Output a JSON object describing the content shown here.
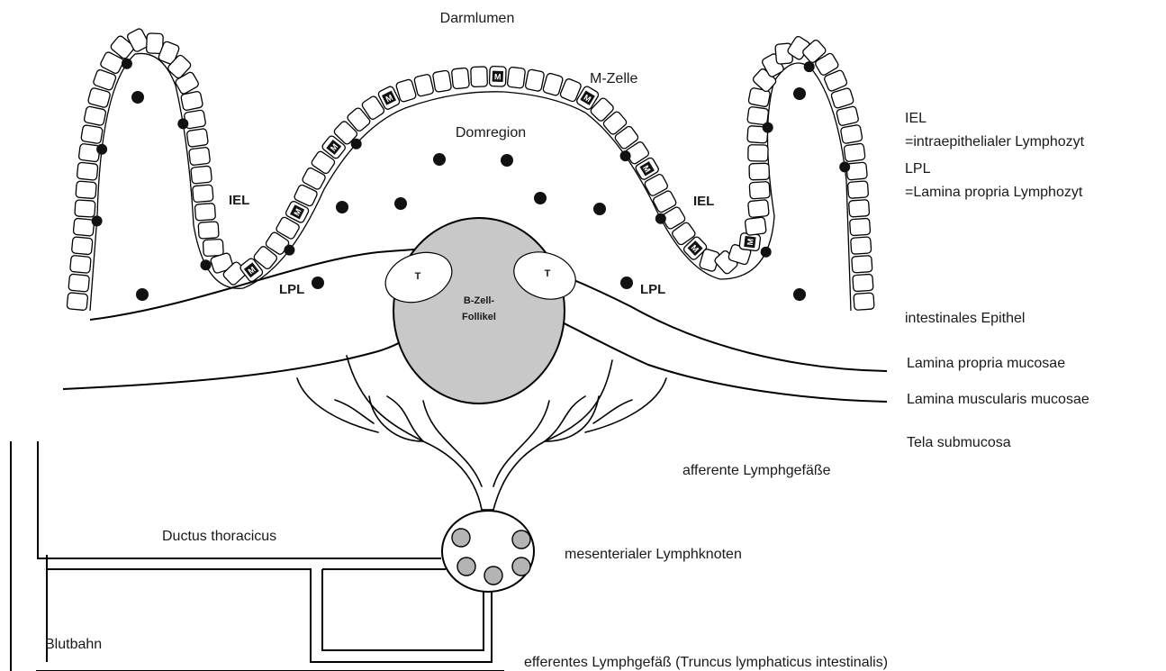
{
  "labels": {
    "darmlumen": "Darmlumen",
    "m_zelle": "M-Zelle",
    "domregion": "Domregion",
    "iel_left": "IEL",
    "iel_right": "IEL",
    "lpl_left": "LPL",
    "lpl_right": "LPL",
    "t_left": "T",
    "t_right": "T",
    "b_zell_line1": "B-Zell-",
    "b_zell_line2": "Follikel",
    "m_cell_marker": "M",
    "ductus": "Ductus thoracicus",
    "blutbahn": "Blutbahn",
    "mesenterialer": "mesenterialer Lymphknoten",
    "afferente": "afferente Lymphgefäße",
    "efferentes": "efferentes Lymphgefäß (Truncus lymphaticus intestinalis)"
  },
  "legend": {
    "iel_abbr": "IEL",
    "iel_def": "=intraepithelialer Lymphozyt",
    "lpl_abbr": "LPL",
    "lpl_def": "=Lamina propria Lymphozyt",
    "layers": [
      "intestinales Epithel",
      "Lamina propria mucosae",
      "Lamina muscularis  mucosae",
      "Tela submucosa"
    ]
  },
  "colors": {
    "stroke": "#000000",
    "follicle_fill": "#c8c8c8",
    "node_cell_fill": "#b4b4b4",
    "lymphocyte_fill": "#111111"
  }
}
